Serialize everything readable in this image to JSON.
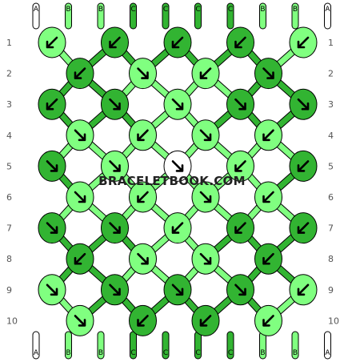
{
  "watermark": "BRACELETBOOK.COM",
  "colors": {
    "A": "#ffffff",
    "B": "#80ff80",
    "C": "#32b432"
  },
  "strands_top": [
    "A",
    "B",
    "B",
    "C",
    "C",
    "C",
    "C",
    "B",
    "B",
    "A"
  ],
  "strands_bottom": [
    "A",
    "B",
    "B",
    "C",
    "C",
    "C",
    "C",
    "B",
    "B",
    "A"
  ],
  "row_labels_left": [
    "1",
    "2",
    "3",
    "4",
    "5",
    "6",
    "7",
    "8",
    "9",
    "10"
  ],
  "row_labels_right": [
    "1",
    "2",
    "3",
    "4",
    "5",
    "6",
    "7",
    "8",
    "9",
    "10"
  ],
  "knot_rows": [
    [
      {
        "c": "B",
        "d": "bl"
      },
      {
        "c": "C",
        "d": "bl"
      },
      {
        "c": "C",
        "d": "bl"
      },
      {
        "c": "C",
        "d": "bl"
      },
      {
        "c": "B",
        "d": "bl"
      }
    ],
    [
      {
        "c": "C",
        "d": "bl"
      },
      {
        "c": "B",
        "d": "br"
      },
      {
        "c": "B",
        "d": "bl"
      },
      {
        "c": "C",
        "d": "br"
      }
    ],
    [
      {
        "c": "C",
        "d": "bl"
      },
      {
        "c": "C",
        "d": "br"
      },
      {
        "c": "B",
        "d": "br"
      },
      {
        "c": "C",
        "d": "br"
      },
      {
        "c": "C",
        "d": "br"
      }
    ],
    [
      {
        "c": "B",
        "d": "br"
      },
      {
        "c": "B",
        "d": "bl"
      },
      {
        "c": "B",
        "d": "br"
      },
      {
        "c": "B",
        "d": "bl"
      }
    ],
    [
      {
        "c": "C",
        "d": "br"
      },
      {
        "c": "B",
        "d": "br"
      },
      {
        "c": "A",
        "d": "br"
      },
      {
        "c": "B",
        "d": "bl"
      },
      {
        "c": "C",
        "d": "bl"
      }
    ],
    [
      {
        "c": "B",
        "d": "br"
      },
      {
        "c": "B",
        "d": "bl"
      },
      {
        "c": "B",
        "d": "br"
      },
      {
        "c": "B",
        "d": "bl"
      }
    ],
    [
      {
        "c": "C",
        "d": "br"
      },
      {
        "c": "C",
        "d": "br"
      },
      {
        "c": "B",
        "d": "bl"
      },
      {
        "c": "C",
        "d": "bl"
      },
      {
        "c": "C",
        "d": "bl"
      }
    ],
    [
      {
        "c": "C",
        "d": "bl"
      },
      {
        "c": "B",
        "d": "br"
      },
      {
        "c": "B",
        "d": "br"
      },
      {
        "c": "C",
        "d": "bl"
      }
    ],
    [
      {
        "c": "B",
        "d": "br"
      },
      {
        "c": "C",
        "d": "br"
      },
      {
        "c": "C",
        "d": "br"
      },
      {
        "c": "C",
        "d": "br"
      },
      {
        "c": "B",
        "d": "bl"
      }
    ],
    [
      {
        "c": "B",
        "d": "br"
      },
      {
        "c": "C",
        "d": "bl"
      },
      {
        "c": "C",
        "d": "bl"
      },
      {
        "c": "B",
        "d": "bl"
      }
    ]
  ]
}
